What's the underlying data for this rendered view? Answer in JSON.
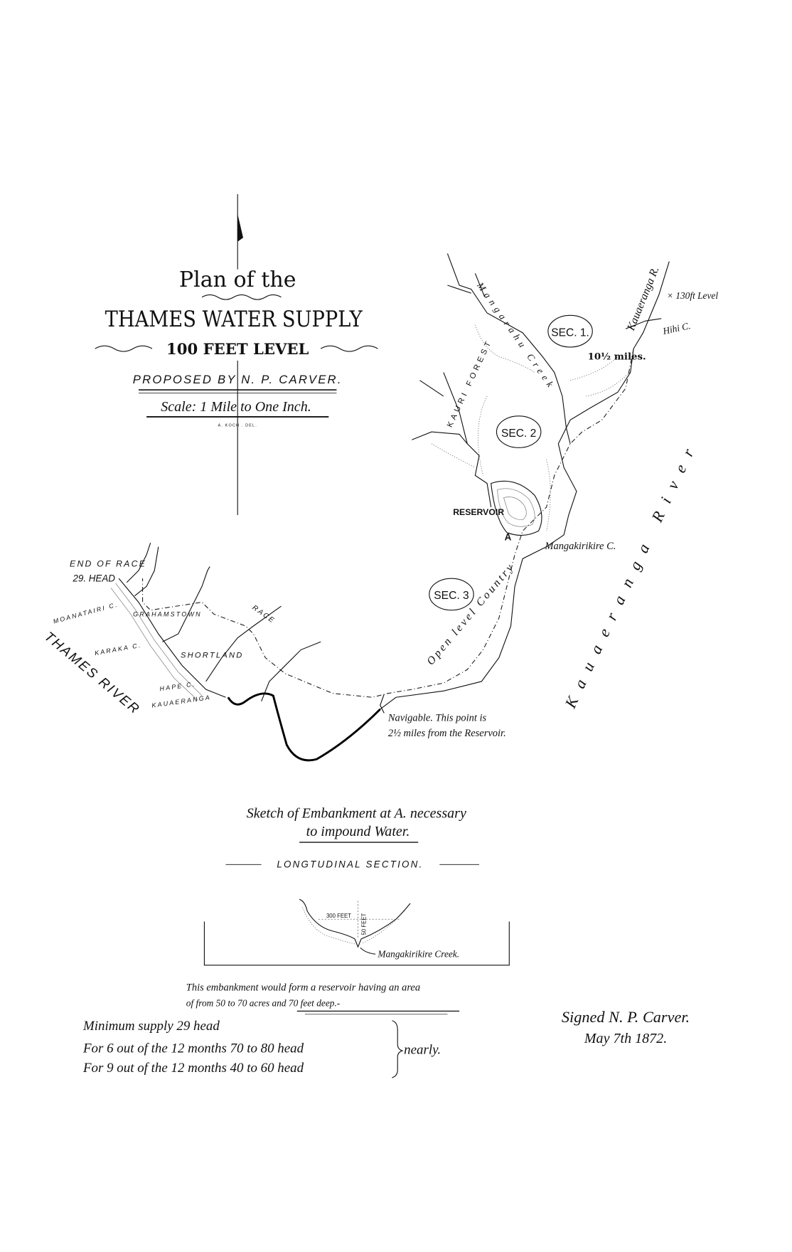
{
  "title_block": {
    "line1": "Plan of the",
    "line2": "THAMES WATER SUPPLY",
    "line3": "100 FEET LEVEL",
    "proposed": "PROPOSED BY N. P. CARVER.",
    "scale": "Scale: 1 Mile to One Inch.",
    "draftsman": "A. KOCH . DEL."
  },
  "map_labels": {
    "sec1": "SEC. 1.",
    "sec2": "SEC. 2",
    "sec3": "SEC. 3",
    "reservoir": "RESERVOIR",
    "point_a": "A",
    "mangakirikire": "Mangakirikire C.",
    "level_130": "× 130ft Level",
    "hihi": "Hihi C.",
    "miles": "10½ miles.",
    "kauaeranga_r": "Kauaeranga R.",
    "kauaeranga_river": "Kauaeranga River",
    "mangarahu_creek": "Mangarahu Creek",
    "kauri_forest": "KAURI FOREST",
    "open_level": "Open level Country",
    "end_of_race": "END OF RACE",
    "head_29": "29. HEAD",
    "moanatairi": "MOANATAIRI C.",
    "thames_river": "THAMES RIVER",
    "grahamstown": "GRAHAMSTOWN",
    "karaka": "KARAKA C.",
    "shortland": "SHORTLAND",
    "hape": "HAPE C.",
    "kauaeranga": "KAUAERANGA",
    "race": "RACE",
    "navigable_1": "Navigable. This point is",
    "navigable_2": "2½ miles from the Reservoir."
  },
  "embankment": {
    "title_1": "Sketch of Embankment at A. necessary",
    "title_2": "to impound Water.",
    "section_label": "LONGTUDINAL SECTION.",
    "width_label": "300 FEET",
    "depth_label": "50 FEET",
    "creek_label": "Mangakirikire Creek.",
    "note_1": "This embankment would form a reservoir having an area",
    "note_2": "of from 50 to 70 acres and 70 feet deep.-"
  },
  "supply": {
    "line1": "Minimum supply 29 head",
    "line2": "For 6 out of the 12 months 70 to 80 head",
    "line3": "For 9 out of the 12 months 40 to 60 head",
    "nearly": "nearly."
  },
  "signature": {
    "line1": "Signed N. P. Carver.",
    "line2": "May 7th 1872."
  }
}
